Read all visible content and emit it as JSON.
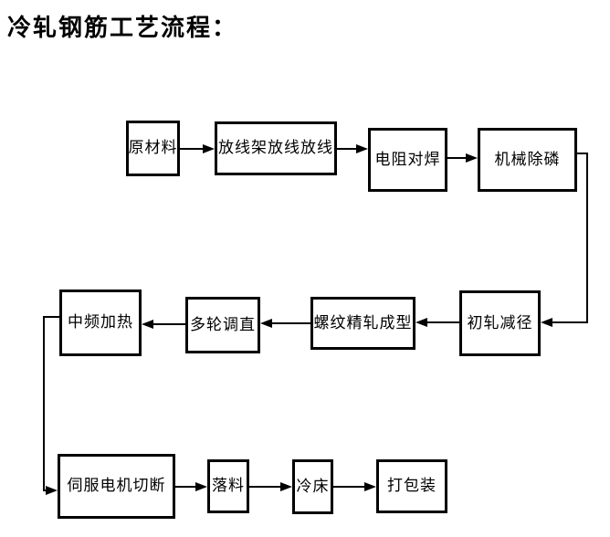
{
  "page": {
    "title": "冷轧钢筋工艺流程："
  },
  "flowchart": {
    "type": "process-flow-diagram",
    "nodes": [
      {
        "id": "raw-material",
        "label": "原材料"
      },
      {
        "id": "payoff-stand",
        "label": "放线架放线放线"
      },
      {
        "id": "resistance-butt-welding",
        "label": "电阻对焊"
      },
      {
        "id": "mechanical-descaling",
        "label": "机械除磷"
      },
      {
        "id": "initial-rolling-reduction",
        "label": "初轧减径"
      },
      {
        "id": "thread-precision-rolling",
        "label": "螺纹精轧成型"
      },
      {
        "id": "multi-wheel-straightening",
        "label": "多轮调直"
      },
      {
        "id": "medium-frequency-heating",
        "label": "中频加热"
      },
      {
        "id": "servo-motor-cutting",
        "label": "伺服电机切断"
      },
      {
        "id": "blanking",
        "label": "落料"
      },
      {
        "id": "cooling-bed",
        "label": "冷床"
      },
      {
        "id": "packing",
        "label": "打包装"
      }
    ],
    "edges": [
      {
        "from": "原材料",
        "to": "放线架放线放线"
      },
      {
        "from": "放线架放线放线",
        "to": "电阻对焊"
      },
      {
        "from": "电阻对焊",
        "to": "机械除磷"
      },
      {
        "from": "机械除磷",
        "to": "初轧减径"
      },
      {
        "from": "初轧减径",
        "to": "螺纹精轧成型"
      },
      {
        "from": "螺纹精轧成型",
        "to": "多轮调直"
      },
      {
        "from": "多轮调直",
        "to": "中频加热"
      },
      {
        "from": "中频加热",
        "to": "伺服电机切断"
      },
      {
        "from": "伺服电机切断",
        "to": "落料"
      },
      {
        "from": "落料",
        "to": "冷床"
      },
      {
        "from": "冷床",
        "to": "打包装"
      }
    ],
    "colors": {
      "background": "#ffffff",
      "box_border": "#000000",
      "line": "#000000",
      "text": "#000000"
    }
  }
}
